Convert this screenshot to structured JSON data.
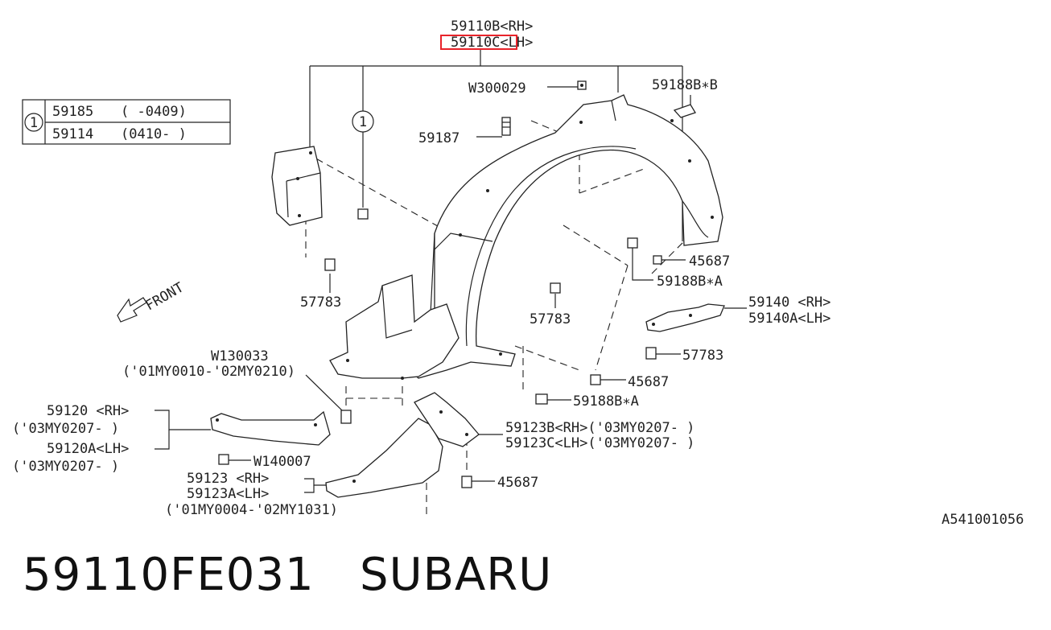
{
  "diagram": {
    "callouts": {
      "top_rh": "59110B<RH>",
      "top_lh": "59110C<LH>",
      "w300029": "W300029",
      "p59187": "59187",
      "p59188b_b": "59188B∗B",
      "p45687_a": "45687",
      "p59188b_a1": "59188B∗A",
      "p57783_left": "57783",
      "p57783_mid": "57783",
      "p59140_rh": "59140 <RH>",
      "p59140_lh": "59140A<LH>",
      "p57783_right": "57783",
      "p45687_b": "45687",
      "p59188b_a2": "59188B∗A",
      "w130033": "W130033",
      "w130033_range": "('01MY0010-'02MY0210)",
      "p59120_rh": "59120 <RH>",
      "p59120_rh_range": "('03MY0207-        )",
      "p59120_lh": "59120A<LH>",
      "p59120_lh_range": "('03MY0207-        )",
      "w140007": "W140007",
      "p59123b": "59123B<RH>('03MY0207-        )",
      "p59123c": "59123C<LH>('03MY0207-        )",
      "p59123_rh": "59123 <RH>",
      "p59123_lh": "59123A<LH>",
      "p59123_range": "('01MY0004-'02MY1031)",
      "p45687_c": "45687",
      "front": "FRONT",
      "ref_num_1": "1",
      "ref_num_2": "1"
    },
    "legend": {
      "num": "1",
      "rows": [
        {
          "part": "59185",
          "range": "(     -0409)"
        },
        {
          "part": "59114",
          "range": "(0410-      )"
        }
      ]
    },
    "highlight_color": "#e8232a",
    "diagram_code": "A541001056"
  },
  "caption": {
    "part_number": "59110FE031",
    "brand": "SUBARU"
  }
}
